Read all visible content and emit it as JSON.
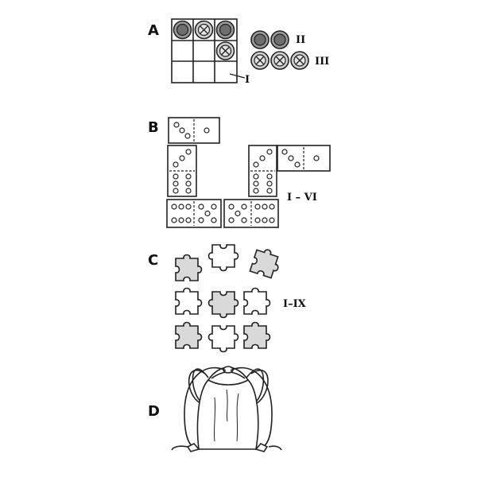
{
  "sections": {
    "a": {
      "label": "A",
      "callout_board": "I",
      "callout_dark_pieces": "II",
      "callout_cross_pieces": "III"
    },
    "b": {
      "label": "B",
      "callout": "I – VI"
    },
    "c": {
      "label": "C",
      "callout": "I–IX"
    },
    "d": {
      "label": "D"
    }
  },
  "colors": {
    "line": "#222222",
    "piece_fill": "#d9d9d9",
    "dark_piece": "#8a8a8a",
    "background": "#ffffff"
  },
  "icons": [
    "tic-tac-toe-board-icon",
    "dark-game-piece-icon",
    "cross-game-piece-icon",
    "domino-tile-icon",
    "jigsaw-piece-icon",
    "drawstring-bag-icon"
  ]
}
